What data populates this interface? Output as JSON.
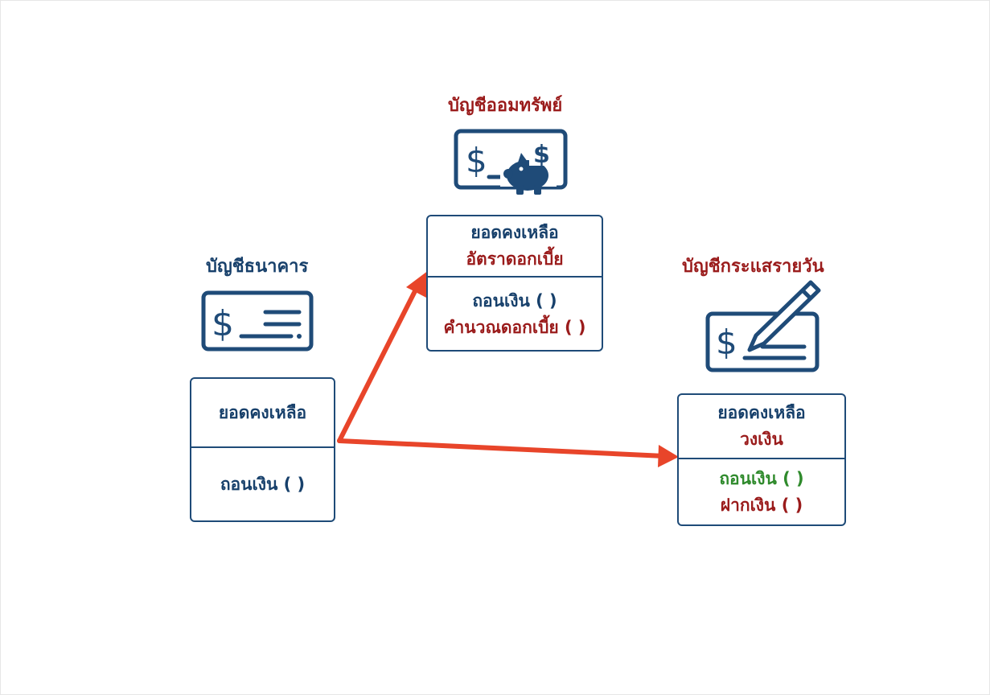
{
  "colors": {
    "navy": "#17406b",
    "dark_red": "#9a1b1b",
    "green": "#2f8a2c",
    "arrow": "#e8452a"
  },
  "bank_account": {
    "title": "บัญชีธนาคาร",
    "icon": "check-dollar-icon",
    "attributes": [
      "ยอดคงเหลือ"
    ],
    "methods": [
      "ถอนเงิน ( )"
    ]
  },
  "savings_account": {
    "title": "บัญชีออมทรัพย์",
    "icon": "piggy-bank-dollar-icon",
    "attributes": [
      "ยอดคงเหลือ",
      "อัตราดอกเบี้ย"
    ],
    "methods": [
      "ถอนเงิน ( )",
      "คำนวณดอกเบี้ย ( )"
    ]
  },
  "current_account": {
    "title": "บัญชีกระแสรายวัน",
    "icon": "check-pen-icon",
    "attributes": [
      "ยอดคงเหลือ",
      "วงเงิน"
    ],
    "methods": [
      "ถอนเงิน ( )",
      "ฝากเงิน ( )"
    ]
  }
}
